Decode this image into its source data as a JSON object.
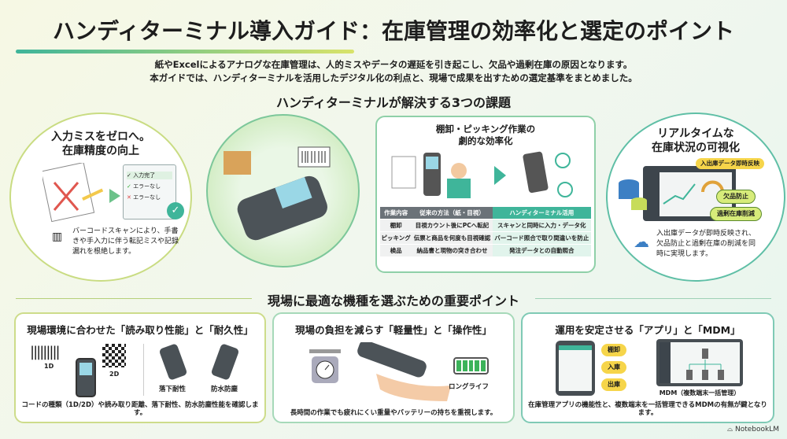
{
  "title": "ハンディターミナル導入ガイド：在庫管理の効率化と選定のポイント",
  "intro": [
    "紙やExcelによるアナログな在庫管理は、人的ミスやデータの遅延を引き起こし、欠品や過剰在庫の原因となります。",
    "本ガイドでは、ハンディターミナルを活用したデジタル化の利点と、現場で成果を出すための選定基準をまとめました。"
  ],
  "section1": "ハンディターミナルが解決する3つの課題",
  "left": {
    "title1": "入力ミスをゼロへ。",
    "title2": "在庫精度の向上",
    "checks": [
      "入力完了",
      "エラーなし",
      "エラーなし"
    ],
    "desc": "バーコードスキャンにより、手書きや手入力に伴う転記ミスや記録漏れを根絶します。"
  },
  "center": {
    "title1": "棚卸・ピッキング作業の",
    "title2": "劇的な効率化",
    "headers": [
      "作業内容",
      "従来の方法（紙・目視）",
      "ハンディターミナル活用"
    ],
    "rows": [
      [
        "棚卸",
        "目視カウント後にPCへ転記",
        "スキャンと同時に入力・データ化"
      ],
      [
        "ピッキング",
        "伝票と商品を何度も目視確認",
        "バーコード照合で取り間違いを防止"
      ],
      [
        "検品",
        "納品書と現物の突き合わせ",
        "発注データとの自動照合"
      ]
    ]
  },
  "right": {
    "title1": "リアルタイムな",
    "title2": "在庫状況の可視化",
    "callout": "入出庫データ即時反映",
    "tags": [
      "欠品防止",
      "過剰在庫削減"
    ],
    "desc": "入出庫データが即時反映され、欠品防止と過剰在庫の削減を同時に実現します。"
  },
  "section2": "現場に最適な機種を選ぶための重要ポイント",
  "cards": [
    {
      "title": "現場環境に合わせた「読み取り性能」と「耐久性」",
      "labels": [
        "1D",
        "2D",
        "落下耐性",
        "防水防塵"
      ],
      "desc": "コードの種類（1D/2D）や読み取り距離、落下耐性、防水防塵性能を確認します。"
    },
    {
      "title": "現場の負担を減らす「軽量性」と「操作性」",
      "labels": [
        "ロングライフ"
      ],
      "desc": "長時間の作業でも疲れにくい重量やバッテリーの持ちを重視します。"
    },
    {
      "title": "運用を安定させる「アプリ」と「MDM」",
      "labels": [
        "棚卸",
        "入庫",
        "出庫",
        "MDM（複数端末一括管理）"
      ],
      "desc": "在庫管理アプリの機能性と、複数端末を一括管理できるMDMの有無が鍵となります。"
    }
  ],
  "brand": "NotebookLM",
  "colors": {
    "accent": "#3fb59a",
    "yellow": "#f6d54a"
  }
}
